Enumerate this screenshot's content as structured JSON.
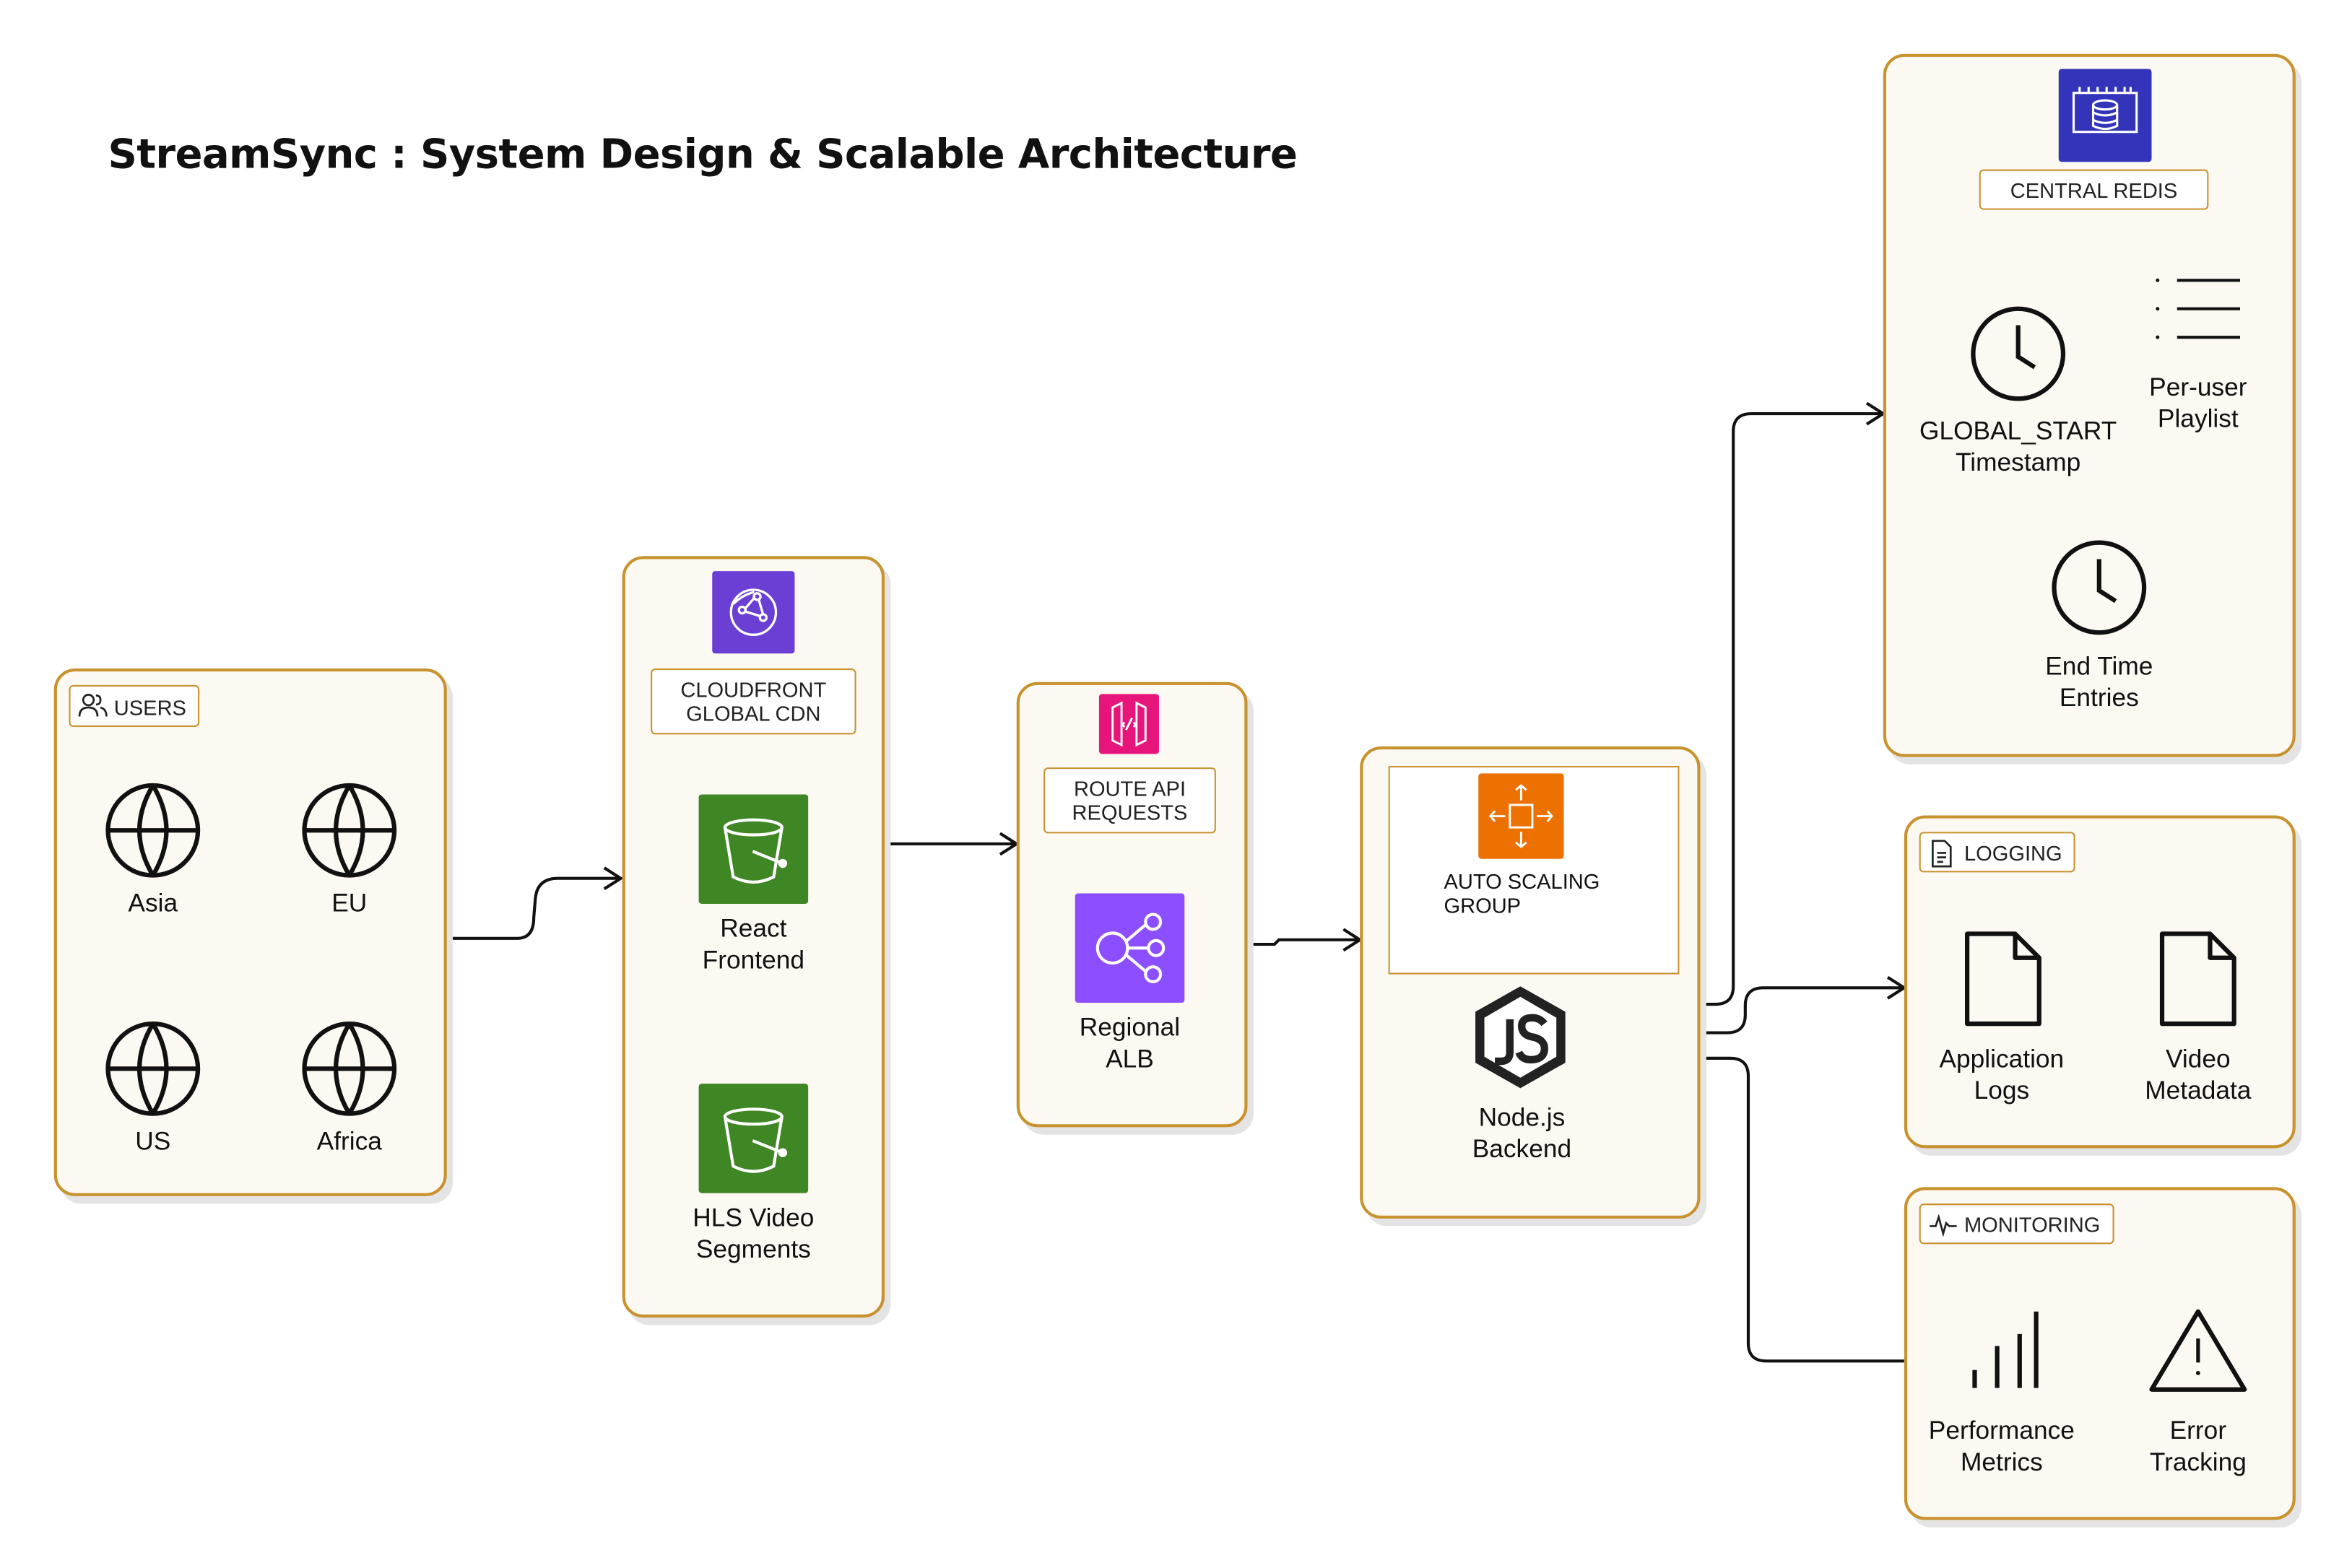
{
  "title": "StreamSync : System Design & Scalable Architecture",
  "users": {
    "header": "USERS",
    "regions": [
      "Asia",
      "EU",
      "US",
      "Africa"
    ]
  },
  "cdn": {
    "header_line1": "CLOUDFRONT",
    "header_line2": "GLOBAL CDN",
    "items": [
      {
        "line1": "React",
        "line2": "Frontend"
      },
      {
        "line1": "HLS Video",
        "line2": "Segments"
      }
    ]
  },
  "routing": {
    "header_line1": "ROUTE API",
    "header_line2": "REQUESTS",
    "alb_line1": "Regional",
    "alb_line2": "ALB"
  },
  "backend": {
    "asg_line1": "AUTO SCALING",
    "asg_line2": "GROUP",
    "node_line1": "Node.js",
    "node_line2": "Backend"
  },
  "redis": {
    "header": "CENTRAL REDIS",
    "items": [
      {
        "line1": "GLOBAL_START",
        "line2": "Timestamp"
      },
      {
        "line1": "Per-user",
        "line2": "Playlist"
      },
      {
        "line1": "End Time",
        "line2": "Entries"
      }
    ]
  },
  "logging": {
    "header": "LOGGING",
    "items": [
      {
        "line1": "Application",
        "line2": "Logs"
      },
      {
        "line1": "Video",
        "line2": "Metadata"
      }
    ]
  },
  "monitoring": {
    "header": "MONITORING",
    "items": [
      {
        "line1": "Performance",
        "line2": "Metrics"
      },
      {
        "line1": "Error",
        "line2": "Tracking"
      }
    ]
  },
  "colors": {
    "border": "#c8922e",
    "panel": "#fbf9f2",
    "s3_green": "#3f8624",
    "cloudfront_purple": "#6b3fd4",
    "apigw_pink": "#e7157b",
    "asg_orange": "#ed7100",
    "redis_blue": "#3334b9"
  },
  "icons": [
    "users-icon",
    "globe-icon",
    "cloudfront-icon",
    "s3-bucket-icon",
    "api-gateway-icon",
    "load-balancer-icon",
    "auto-scaling-icon",
    "nodejs-icon",
    "database-icon",
    "clock-icon",
    "list-icon",
    "document-icon",
    "heartbeat-icon",
    "bar-chart-icon",
    "warning-icon"
  ]
}
